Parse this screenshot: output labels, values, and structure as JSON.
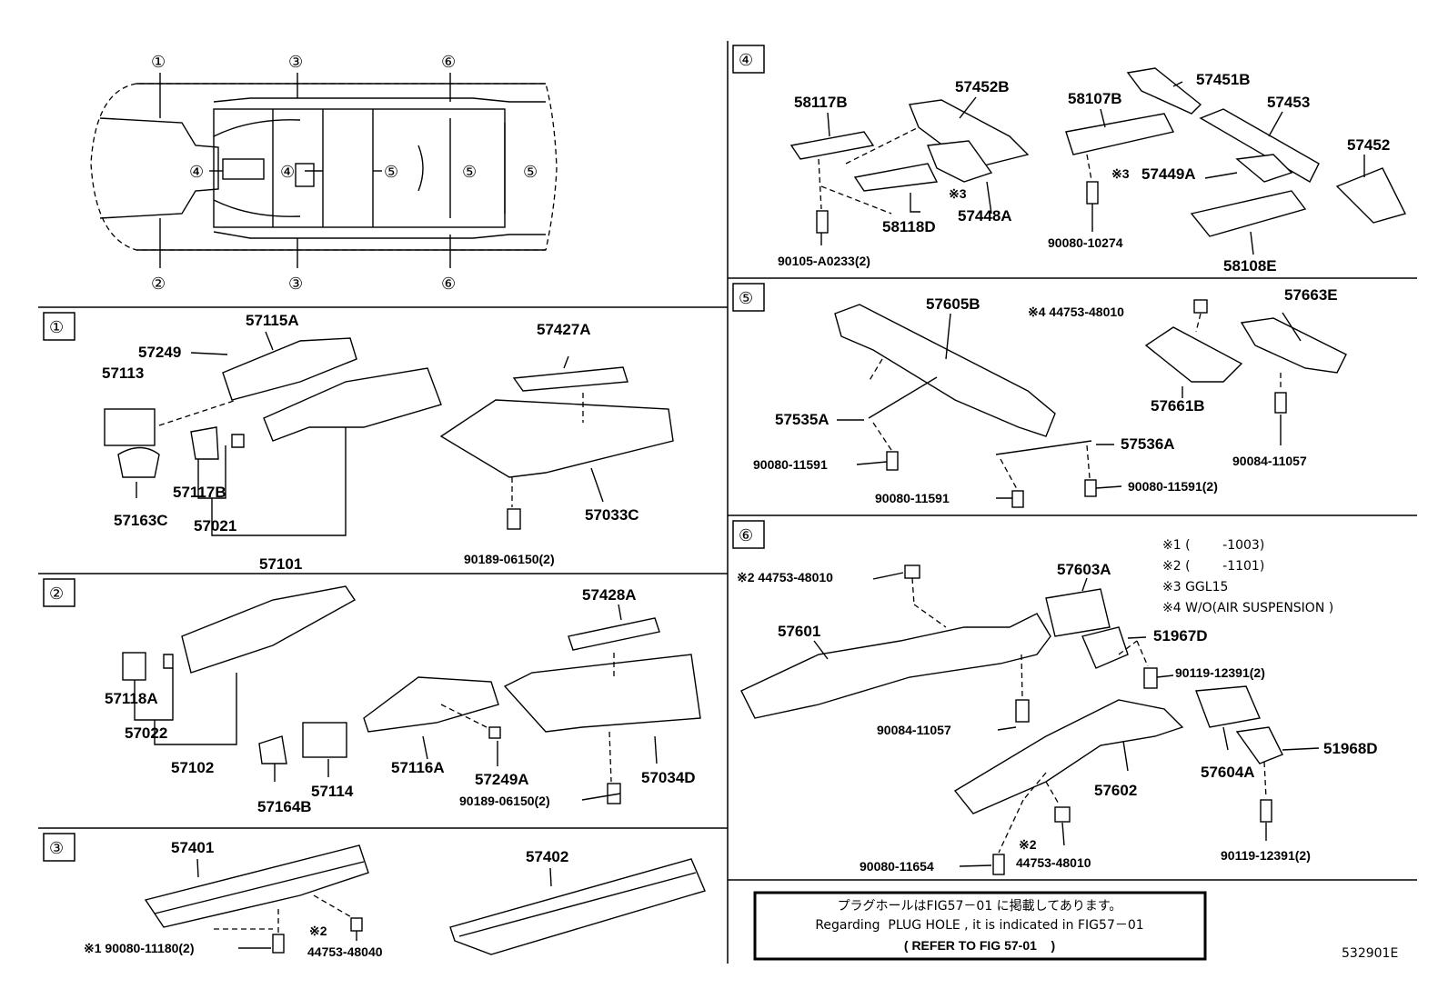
{
  "overview": {
    "markers_top": [
      "①",
      "③",
      "⑥"
    ],
    "markers_bottom": [
      "②",
      "③",
      "⑥"
    ],
    "markers_mid": [
      "④",
      "④",
      "⑤",
      "⑤",
      "⑤"
    ]
  },
  "sections": {
    "s1": {
      "num": "①",
      "labels": [
        "57115A",
        "57249",
        "57113",
        "57427A",
        "57163C",
        "57117B",
        "57021",
        "57101",
        "57033C",
        "90189-06150(2)"
      ]
    },
    "s2": {
      "num": "②",
      "labels": [
        "57428A",
        "57118A",
        "57022",
        "57102",
        "57164B",
        "57114",
        "57116A",
        "57249A",
        "57034D",
        "90189-06150(2)"
      ]
    },
    "s3": {
      "num": "③",
      "labels": [
        "57401",
        "57402",
        "※1 90080-11180(2)",
        "※2",
        "44753-48040"
      ]
    },
    "s4": {
      "num": "④",
      "labels": [
        "58117B",
        "57452B",
        "58107B",
        "57451B",
        "57453",
        "57452",
        "※3",
        "57449A",
        "58118D",
        "57448A",
        "※3",
        "90105-A0233(2)",
        "90080-10274",
        "58108E"
      ]
    },
    "s5": {
      "num": "⑤",
      "labels": [
        "57605B",
        "※4 44753-48010",
        "57663E",
        "57535A",
        "57661B",
        "57536A",
        "90080-11591",
        "90084-11057",
        "90080-11591",
        "90080-11591(2)"
      ]
    },
    "s6": {
      "num": "⑥",
      "labels": [
        "※2 44753-48010",
        "57603A",
        "57601",
        "51967D",
        "90119-12391(2)",
        "90084-11057",
        "51968D",
        "57602",
        "57604A",
        "※2",
        "90080-11654",
        "44753-48010",
        "90119-12391(2)"
      ]
    }
  },
  "notes": [
    "※1 (        -1003)",
    "※2 (        -1101)",
    "※3 GGL15",
    "※4 W/O(AIR SUSPENSION )"
  ],
  "notice": {
    "line1": "プラグホールはFIG57－01 に掲載してあります。",
    "line2": "Regarding  PLUG HOLE , it is indicated in FIG57－01",
    "line3": "( REFER TO FIG 57-01    )"
  },
  "diagram_id": "532901E"
}
